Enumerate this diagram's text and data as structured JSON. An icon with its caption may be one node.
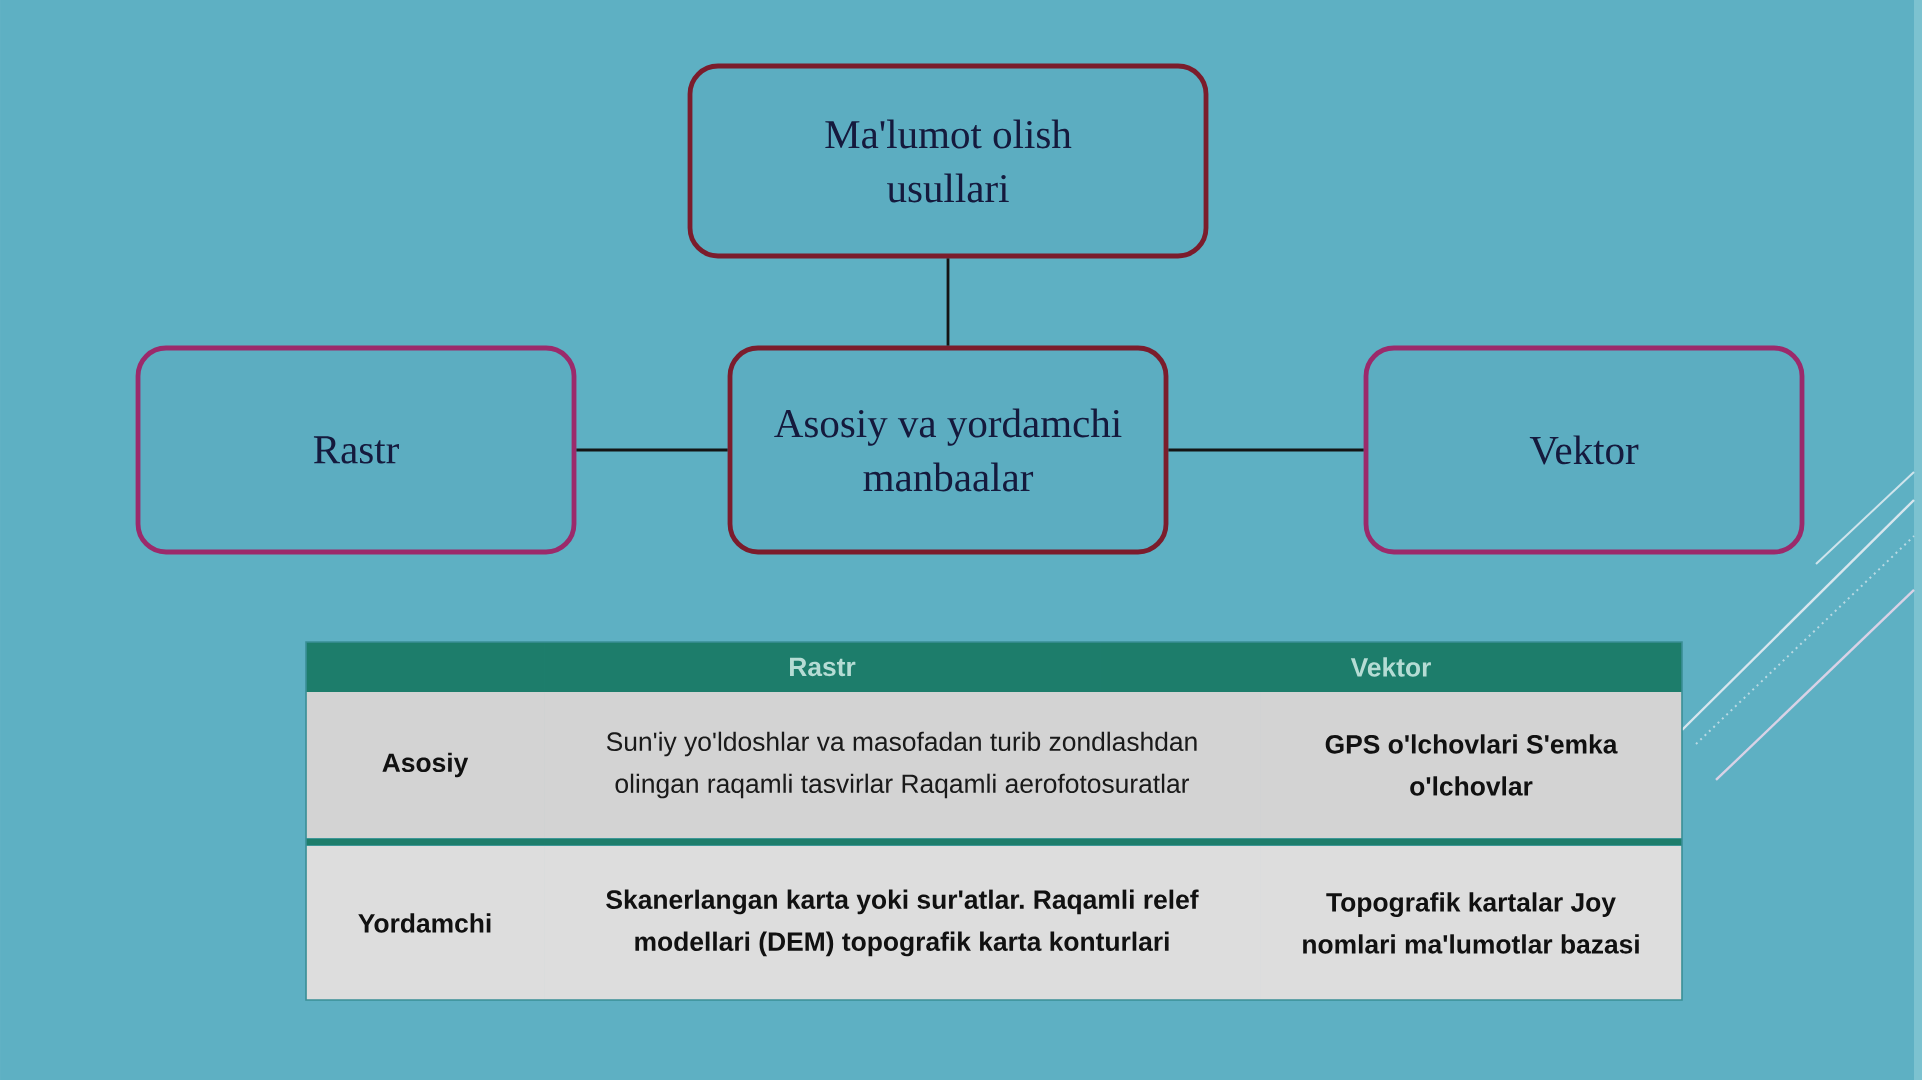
{
  "diagram": {
    "nodes": [
      {
        "text": [
          "Ma'lumot olish usullari"
        ]
      },
      {
        "text": [
          "Rastr"
        ]
      },
      {
        "text": [
          "Asosiy va yordamchi manbaalar"
        ]
      },
      {
        "text": [
          "Vektor"
        ]
      }
    ],
    "edges": [
      {
        "from": 0,
        "to": 2,
        "arrow": "none"
      },
      {
        "from": 2,
        "to": 1,
        "arrow": "none"
      },
      {
        "from": 2,
        "to": 3,
        "arrow": "none"
      }
    ],
    "labels": [
      "Rastr",
      "Vektor",
      "Asosiy",
      "Sun'iy yo'ldoshlar va masofadan turib zondlashdan olingan raqamli tasvirlar Raqamli aerofotosuratlar",
      "GPS o'lchovlari S'emka o'lchovlar",
      "Yordamchi",
      "Skanerlangan karta yoki sur'atlar. Raqamli relef modellari (DEM) topografik karta konturlari",
      "Topografik kartalar Joy nomlari ma'lumotlar bazasi"
    ]
  }
}
